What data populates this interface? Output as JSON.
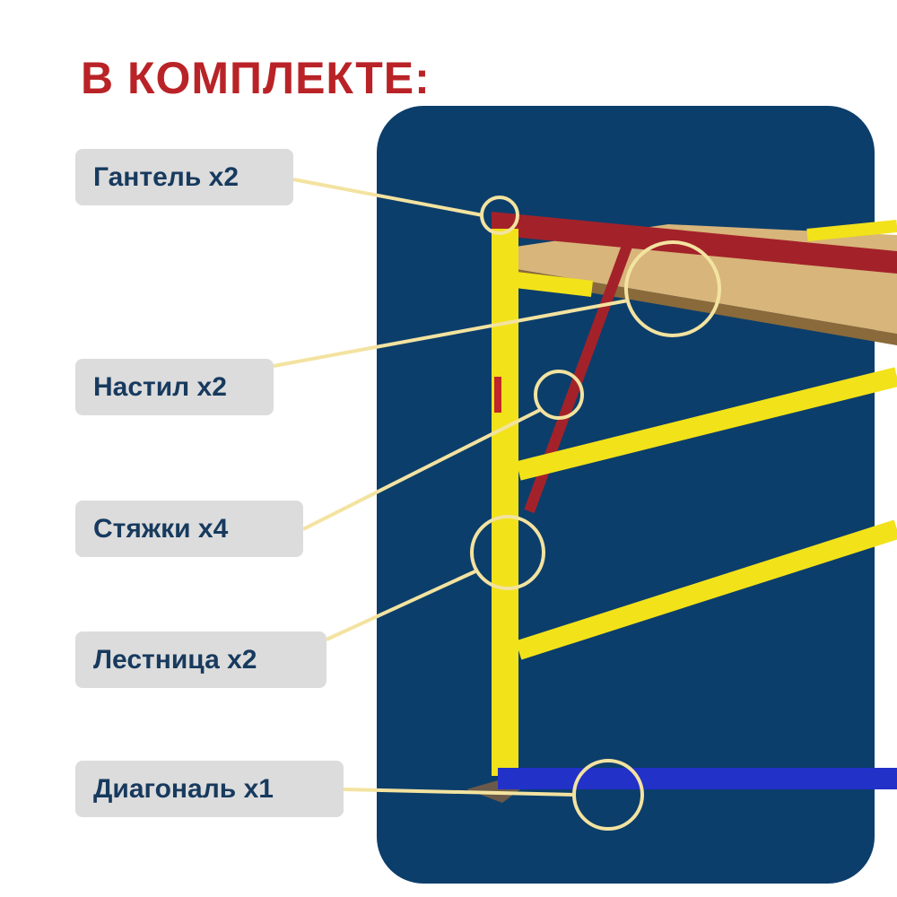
{
  "title": "В КОМПЛЕКТЕ:",
  "colors": {
    "title": "#b92327",
    "panel": "#0c3e6b",
    "label_bg": "#dcdcdc",
    "label_text": "#173a5e",
    "callout": "#f3e3a0"
  },
  "items": [
    {
      "label": "Гантель x2"
    },
    {
      "label": "Настил x2"
    },
    {
      "label": "Стяжки x4"
    },
    {
      "label": "Лестница x2"
    },
    {
      "label": "Диагональ x1"
    }
  ]
}
